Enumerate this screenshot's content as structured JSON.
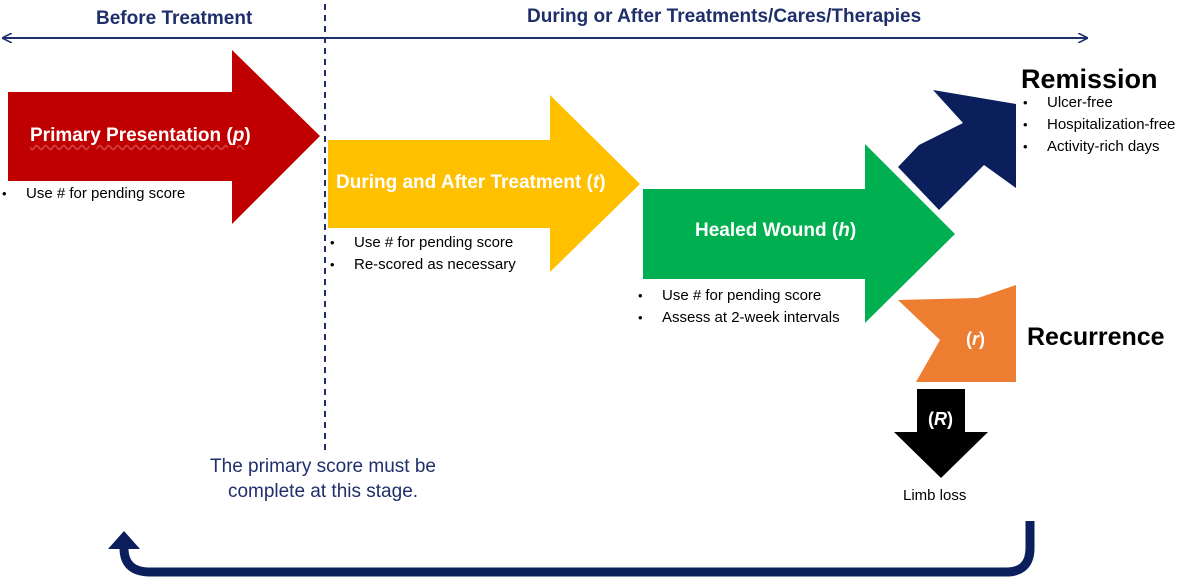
{
  "header": {
    "before_label": "Before Treatment",
    "during_label": "During or After Treatments/Cares/Therapies"
  },
  "stages": {
    "primary": {
      "label": "Primary Presentation (",
      "var": "p",
      "close": ")",
      "color": "#c00000",
      "bullets": [
        "Use # for pending score"
      ]
    },
    "treatment": {
      "label": "During and After Treatment (",
      "var": "t",
      "close": ")",
      "color": "#ffc000",
      "bullets": [
        "Use # for pending score",
        "Re-scored as necessary"
      ]
    },
    "healed": {
      "label": "Healed Wound (",
      "var": "h",
      "close": ")",
      "color": "#00b050",
      "bullets": [
        "Use # for pending score",
        "Assess at 2-week intervals"
      ]
    }
  },
  "outcomes": {
    "remission": {
      "title": "Remission",
      "color": "#0a1f5c",
      "bullets": [
        "Ulcer-free",
        "Hospitalization-free",
        "Activity-rich days"
      ]
    },
    "recurrence": {
      "title": "Recurrence",
      "open": "(",
      "var": "r",
      "close": ")",
      "color": "#ed7d31"
    },
    "limb_loss": {
      "open": "(",
      "var": "R",
      "close": ")",
      "caption": "Limb loss",
      "color": "#000000"
    }
  },
  "note": {
    "text": "The primary score must be complete at this stage."
  },
  "colors": {
    "navy": "#1f2f6b",
    "loop": "#0a1f5c"
  }
}
